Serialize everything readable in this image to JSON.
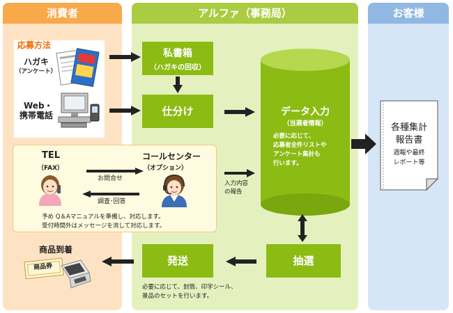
{
  "columns": {
    "consumer": "消費者",
    "alpha": "アルファ（事務局）",
    "client": "お客様"
  },
  "consumer": {
    "application_title": "応募方法",
    "postcard_label": "ハガキ",
    "postcard_sub": "（アンケート）",
    "web_label": "Web・",
    "mobile_label": "携帯電話",
    "tel_label": "TEL",
    "fax_label": "（FAX）",
    "callcenter_label": "コールセンター",
    "callcenter_sub": "（オプション）",
    "inquiry_label": "お問合せ",
    "investigate_label": "調査･回答",
    "tel_note_1": "予め Q＆Aマニュアルを準備し、対応します。",
    "tel_note_2": "受付時間外はメッセージを流して対応します。",
    "arrival_label": "商品到着",
    "voucher_text": "商品券"
  },
  "alpha": {
    "pobox_title": "私書箱",
    "pobox_sub": "（ハガキの回収）",
    "sort_title": "仕分け",
    "data_title": "データ入力",
    "data_sub": "（当選者情報）",
    "data_note_1": "必要に応じて、",
    "data_note_2": "応募者全件リストや",
    "data_note_3": "アンケート集計も",
    "data_note_4": "行います。",
    "input_report_1": "入力内容",
    "input_report_2": "の報告",
    "lottery_title": "抽選",
    "ship_title": "発送",
    "ship_note_1": "必要に応じて、封筒、印字シール、",
    "ship_note_2": "景品のセットを行います。"
  },
  "client": {
    "report_title_1": "各種集計",
    "report_title_2": "報告書",
    "report_sub_1": "週報や最終",
    "report_sub_2": "レポート等"
  },
  "colors": {
    "consumer_bg": "#fde3c3",
    "consumer_head": "#f8a94a",
    "alpha_bg": "#e4f1bf",
    "alpha_head": "#a9cc42",
    "client_bg": "#d6e6f7",
    "client_head": "#90b8e2",
    "green_box": "#8cbb14",
    "accent_orange": "#ef6c00"
  }
}
